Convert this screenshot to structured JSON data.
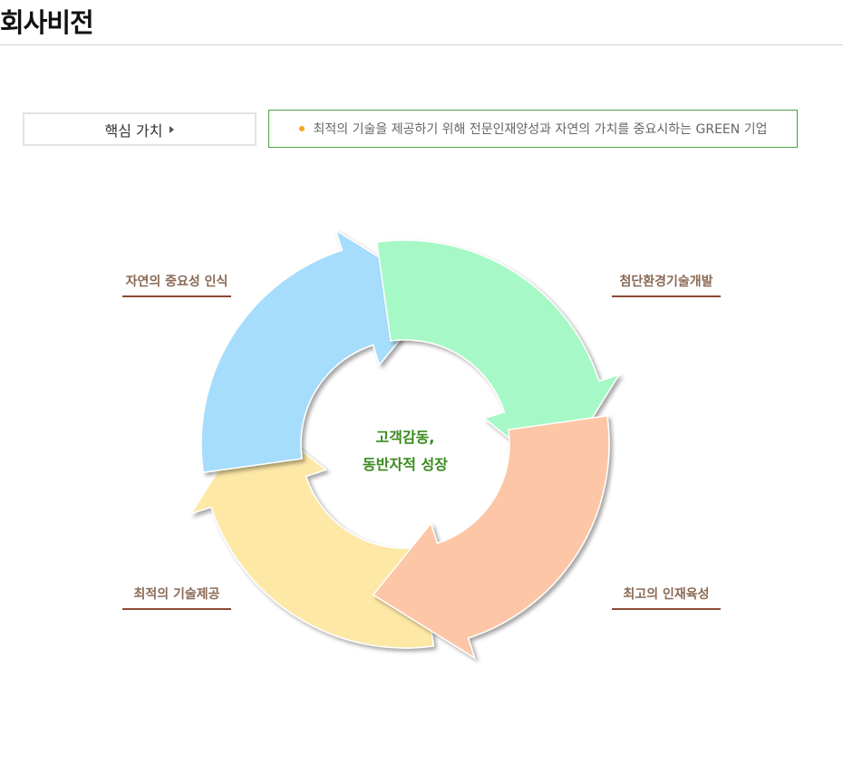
{
  "page_title": "회사비전",
  "core_value": {
    "label": "핵심 가치",
    "description": "최적의 기술을 제공하기 위해 전문인재양성과 자연의 가치를 중요시하는 GREEN 기업"
  },
  "cycle": {
    "center_line1": "고객감동,",
    "center_line2": "동반자적 성장",
    "segments": [
      {
        "label": "자연의 중요성 인식",
        "color": "#a6dcfc"
      },
      {
        "label": "첨단환경기술개발",
        "color": "#a6f9c6"
      },
      {
        "label": "최고의 인재육성",
        "color": "#fdc6a6"
      },
      {
        "label": "최적의 기술제공",
        "color": "#fde8a6"
      }
    ]
  }
}
